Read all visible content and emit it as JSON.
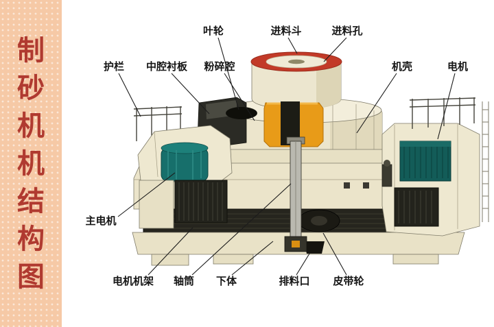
{
  "sidebar": {
    "title_chars": [
      "制",
      "砂",
      "机",
      "机",
      "结",
      "构",
      "图"
    ],
    "bg_color": "#f6c9a6",
    "text_color": "#b03a30"
  },
  "colors": {
    "hopper_red": "#c23a28",
    "chamber_orange": "#e89b18",
    "motor_teal": "#176f6b",
    "right_motor_teal": "#135c58",
    "machine_cream": "#ece5cc",
    "dark_metal": "#26251e"
  },
  "diagram": {
    "labels": [
      {
        "id": "impeller",
        "text": "叶轮"
      },
      {
        "id": "feed-hopper",
        "text": "进料斗"
      },
      {
        "id": "feed-hole",
        "text": "进料孔"
      },
      {
        "id": "guardrail",
        "text": "护栏"
      },
      {
        "id": "middle-chamber-liner",
        "text": "中腔衬板"
      },
      {
        "id": "crushing-chamber",
        "text": "粉碎腔"
      },
      {
        "id": "machine-shell",
        "text": "机壳"
      },
      {
        "id": "motor",
        "text": "电机"
      },
      {
        "id": "main-motor",
        "text": "主电机"
      },
      {
        "id": "motor-frame",
        "text": "电机机架"
      },
      {
        "id": "shaft-cylinder",
        "text": "轴筒"
      },
      {
        "id": "lower-body",
        "text": "下体"
      },
      {
        "id": "discharge-port",
        "text": "排料口"
      },
      {
        "id": "belt-pulley",
        "text": "皮带轮"
      }
    ]
  }
}
